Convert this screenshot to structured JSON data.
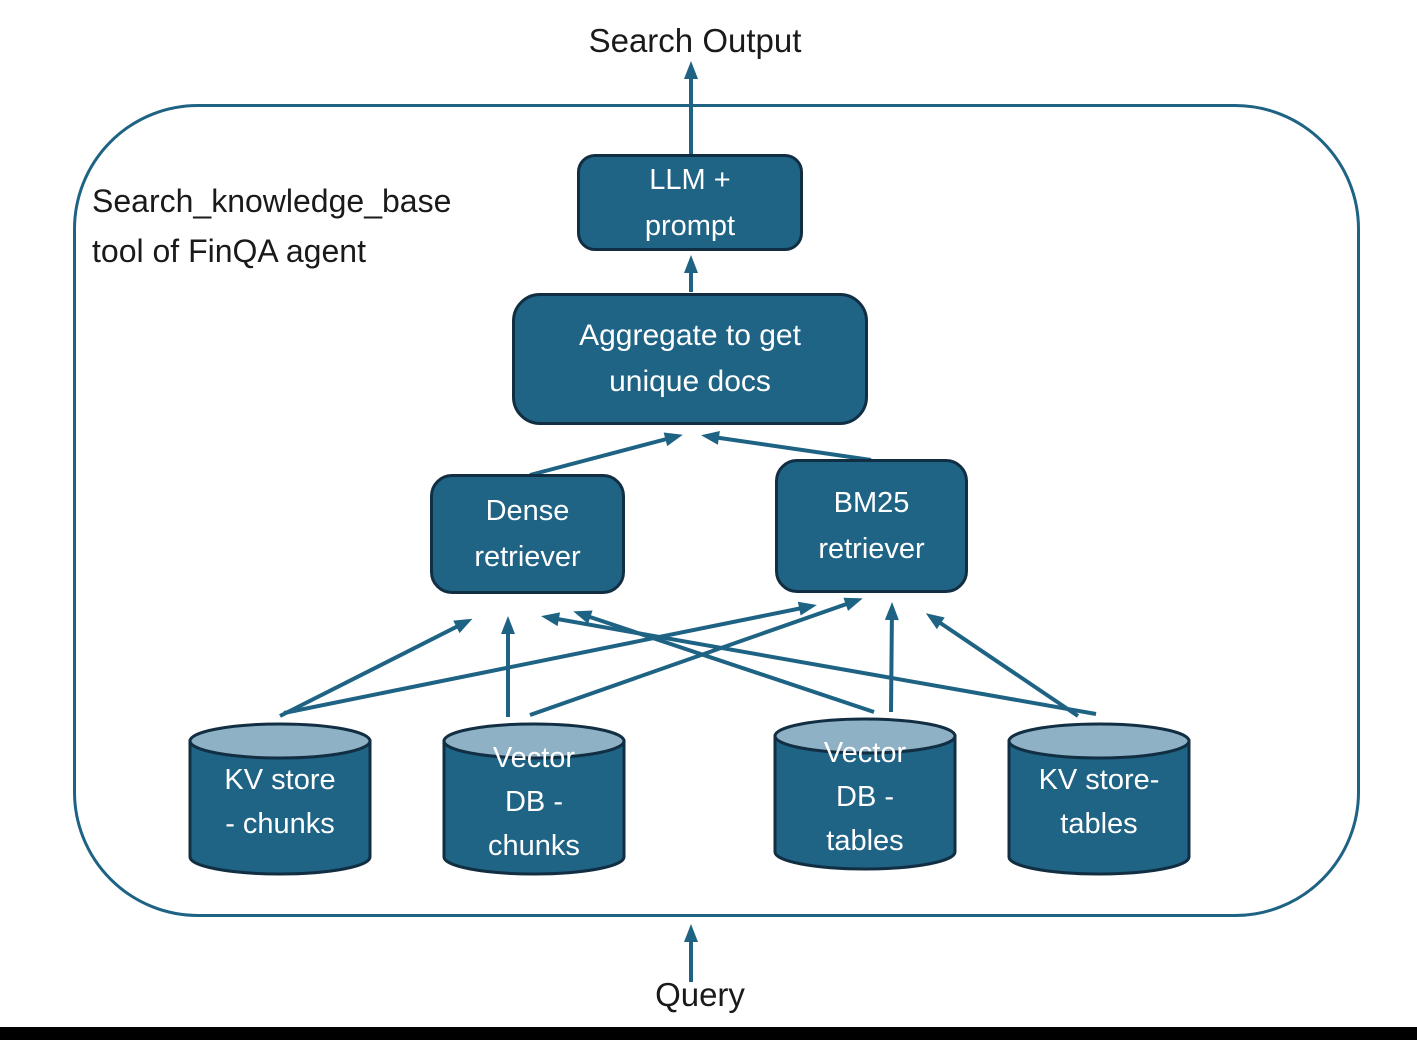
{
  "labels": {
    "search_output": "Search Output",
    "query": "Query"
  },
  "boundary": {
    "label_line1": "Search_knowledge_base",
    "label_line2": "tool of FinQA agent"
  },
  "nodes": {
    "llm": {
      "label": "LLM +\nprompt"
    },
    "aggregate": {
      "label": "Aggregate to get\nunique docs"
    },
    "dense": {
      "label": "Dense\nretriever"
    },
    "bm25": {
      "label": "BM25\nretriever"
    }
  },
  "datastores": [
    {
      "id": "kv-store-chunks",
      "label": "KV store\n- chunks"
    },
    {
      "id": "vector-db-chunks",
      "label": "Vector\nDB -\nchunks"
    },
    {
      "id": "vector-db-tables",
      "label": "Vector\nDB -\ntables"
    },
    {
      "id": "kv-store-tables",
      "label": "KV store-\ntables"
    }
  ],
  "edges": [
    {
      "from": "llm-prompt",
      "to": "search-output"
    },
    {
      "from": "aggregate",
      "to": "llm-prompt"
    },
    {
      "from": "dense-retriever",
      "to": "aggregate"
    },
    {
      "from": "bm25-retriever",
      "to": "aggregate"
    },
    {
      "from": "kv-store-chunks",
      "to": "dense-retriever"
    },
    {
      "from": "vector-db-chunks",
      "to": "dense-retriever"
    },
    {
      "from": "vector-db-tables",
      "to": "dense-retriever"
    },
    {
      "from": "kv-store-tables",
      "to": "dense-retriever"
    },
    {
      "from": "kv-store-chunks",
      "to": "bm25-retriever"
    },
    {
      "from": "vector-db-chunks",
      "to": "bm25-retriever"
    },
    {
      "from": "vector-db-tables",
      "to": "bm25-retriever"
    },
    {
      "from": "kv-store-tables",
      "to": "bm25-retriever"
    },
    {
      "from": "query",
      "to": "search-knowledge-base-tool"
    }
  ],
  "colors": {
    "accent": "#1e6384",
    "node_fill": "#1f6385",
    "node_border": "#112e42",
    "cylinder_top": "#8fb1c6",
    "text_on_node": "#ffffff",
    "text": "#1a1a1a",
    "bottom_bar": "#000000"
  }
}
